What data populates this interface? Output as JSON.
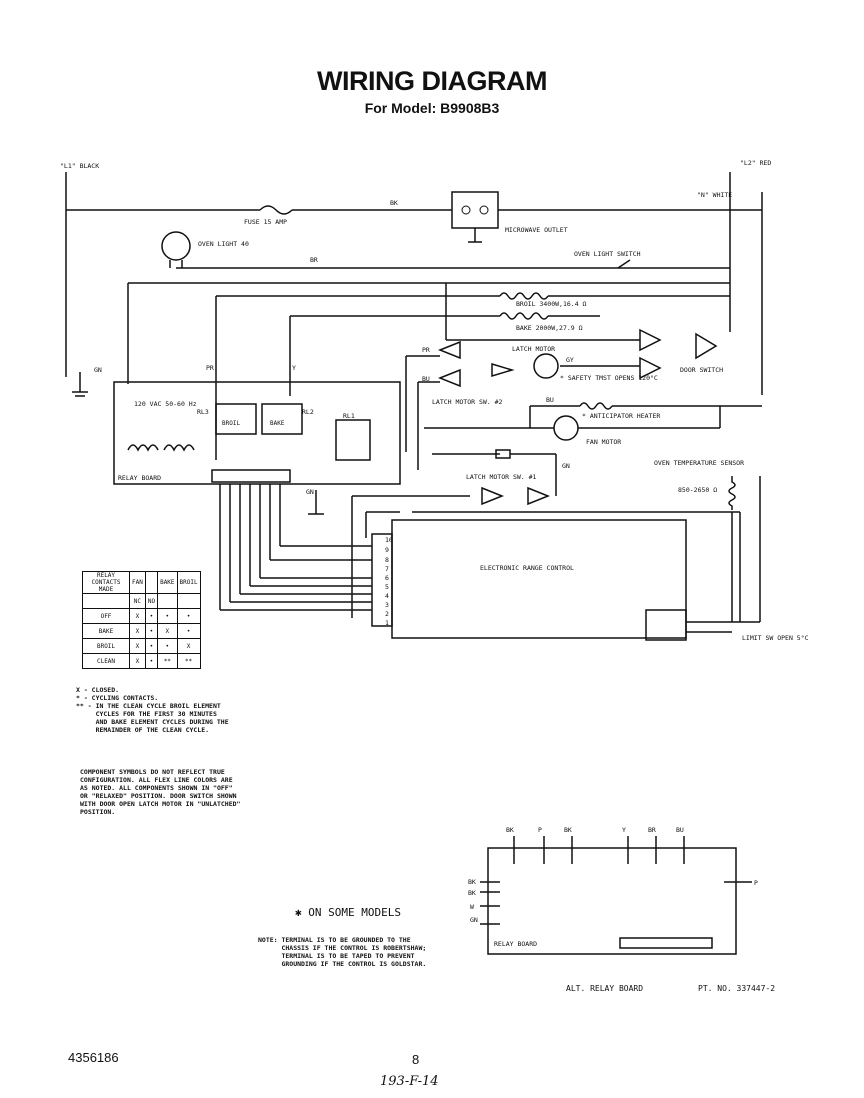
{
  "title": "WIRING DIAGRAM",
  "subtitle": "For Model: B9908B3",
  "lines": {
    "l1": "\"L1\" BLACK",
    "l2": "\"L2\" RED",
    "n": "\"N\" WHITE"
  },
  "components": {
    "fuse": "FUSE 15 AMP",
    "microwave_outlet": "MICROWAVE OUTLET",
    "oven_light": "OVEN LIGHT 40",
    "oven_light_switch": "OVEN LIGHT SWITCH",
    "broil": "BROIL 3400W,16.4 Ω",
    "bake": "BAKE 2000W,27.9 Ω",
    "latch_motor": "LATCH MOTOR",
    "safety_tmst": "* SAFETY TMST OPENS 120°C",
    "door_switch": "DOOR SWITCH",
    "latch_motor_sw2": "LATCH MOTOR SW. #2",
    "anticipator_heater": "* ANTICIPATOR HEATER",
    "fan_motor": "FAN MOTOR",
    "latch_motor_sw1": "LATCH MOTOR SW. #1",
    "oven_temp_sensor": "OVEN TEMPERATURE SENSOR",
    "sensor_range": "850-2650 Ω",
    "limit_sw": "LIMIT SW OPEN 5°C",
    "electronic_range_control": "ELECTRONIC RANGE CONTROL",
    "relay_board": "RELAY BOARD",
    "vac": "120 VAC 50-60 Hz",
    "rl1": "RL1",
    "rl2": "RL2",
    "rl3": "RL3",
    "broil_relay": "BROIL",
    "bake_relay": "BAKE"
  },
  "wire_colors": [
    "BK",
    "BR",
    "GN",
    "PR",
    "Y",
    "BU",
    "GY",
    "W",
    "P"
  ],
  "terminal_numbers": [
    "10",
    "9",
    "8",
    "7",
    "6",
    "5",
    "4",
    "3",
    "2",
    "1"
  ],
  "relay_table": {
    "header": [
      "RELAY CONTACTS MADE",
      "FAN",
      "",
      "BAKE",
      "BROIL"
    ],
    "subheader": [
      "",
      "NC",
      "NO",
      "",
      ""
    ],
    "rows": [
      [
        "OFF",
        "X",
        "•",
        "•",
        "•"
      ],
      [
        "BAKE",
        "X",
        "•",
        "X",
        "•"
      ],
      [
        "BROIL",
        "X",
        "•",
        "•",
        "X"
      ],
      [
        "CLEAN",
        "X",
        "•",
        "**",
        "**"
      ]
    ]
  },
  "legend": "X - CLOSED.\n* - CYCLING CONTACTS.\n** - IN THE CLEAN CYCLE BROIL ELEMENT\n     CYCLES FOR THE FIRST 30 MINUTES\n     AND BAKE ELEMENT CYCLES DURING THE\n     REMAINDER OF THE CLEAN CYCLE.",
  "component_note": "COMPONENT SYMBOLS DO NOT REFLECT TRUE\nCONFIGURATION. ALL FLEX LINE COLORS ARE\nAS NOTED. ALL COMPONENTS SHOWN IN \"OFF\"\nOR \"RELAXED\" POSITION. DOOR SWITCH SHOWN\nWITH DOOR OPEN LATCH MOTOR IN \"UNLATCHED\"\nPOSITION.",
  "on_some_models": "✱ ON SOME MODELS",
  "ground_note": "NOTE: TERMINAL IS TO BE GROUNDED TO THE\n      CHASSIS IF THE CONTROL IS ROBERTSHAW;\n      TERMINAL IS TO BE TAPED TO PREVENT\n      GROUNDING IF THE CONTROL IS GOLDSTAR.",
  "alt_relay_board": "ALT. RELAY BOARD",
  "part_number": "PT. NO. 337447-2",
  "doc_number": "4356186",
  "page_number": "8",
  "handwritten": "193-F-14"
}
